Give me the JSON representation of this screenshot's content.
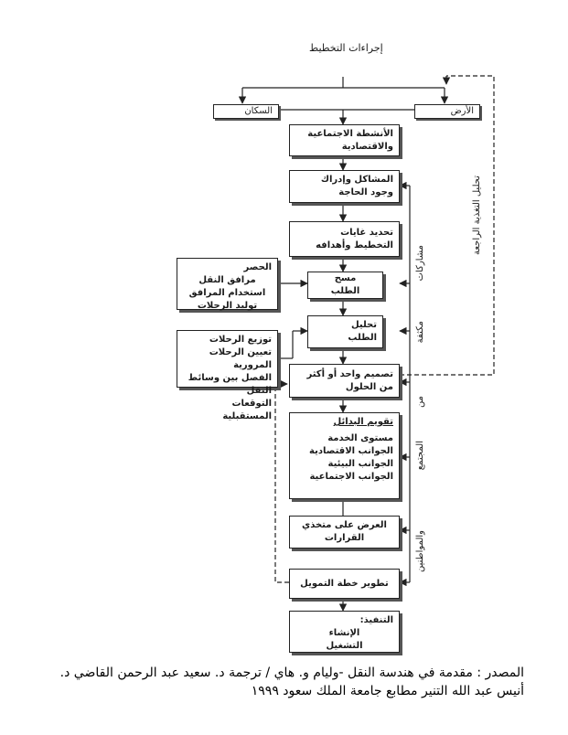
{
  "title": "إجراءات التخطيط",
  "boxes": {
    "land": "الأرض",
    "population": "السكان",
    "activities": [
      "الأنشطة الاجتماعية",
      "والاقتصادية"
    ],
    "problems": [
      "المشاكل وإدراك",
      "وجود الحاجة"
    ],
    "goals": [
      "تحديد غايات",
      "التخطيط وأهدافه"
    ],
    "survey": [
      "مسح",
      "الطلب"
    ],
    "analysis": [
      "تحليل",
      "الطلب"
    ],
    "design": [
      "تصميم واحد أو أكثر",
      "من الحلول"
    ],
    "evaluation_title": "تقويم البدائل",
    "evaluation_items": [
      "مستوى الخدمة",
      "الجوانب الاقتصادية",
      "الجوانب البيئية",
      "الجوانب الاجتماعية"
    ],
    "presentation": "العرض على متخذي القرارات",
    "financing": "تطوير خطة التمويل",
    "implementation": [
      "التنفيذ:",
      "الإنشاء",
      "التشغيل"
    ]
  },
  "side_boxes": {
    "inventory_title": "الحصر",
    "inventory_items": [
      "مرافق النقل",
      "استخدام المرافق",
      "توليد الرحلات"
    ],
    "distribution_items": [
      "توزيع الرحلات",
      "تعيين الرحلات المرورية",
      "الفصل بين وسائط النقل",
      "التوقعات المستقبلية"
    ]
  },
  "side_labels": {
    "feedback": "تحليل التغذية الراجعة",
    "participation": [
      "مشاركات",
      "مكثفة",
      "من",
      "المجتمع",
      "والمواطنين"
    ]
  },
  "source": [
    "المصدر : مقدمة في هندسة النقل -وليام و. هاي / ترجمة د. سعيد عبد الرحمن القاضي د.",
    "أنيس عبد الله التنير مطابع جامعة الملك سعود ١٩٩٩"
  ]
}
